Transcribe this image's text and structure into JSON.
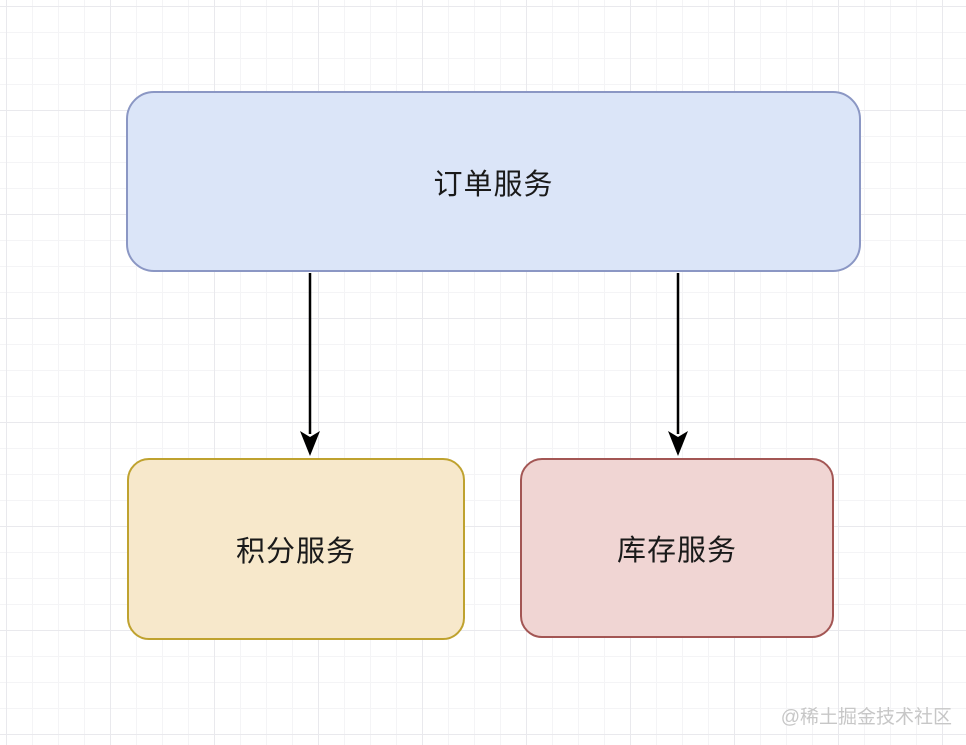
{
  "diagram": {
    "type": "flow-diagram",
    "background": "grid",
    "nodes": [
      {
        "id": "order-service",
        "label": "订单服务",
        "fill": "#dbe5f8",
        "border": "#8b97c4",
        "shape": "rounded-rectangle",
        "position": "top-center"
      },
      {
        "id": "points-service",
        "label": "积分服务",
        "fill": "#f7e8cb",
        "border": "#bfa22f",
        "shape": "rounded-rectangle",
        "position": "bottom-left"
      },
      {
        "id": "inventory-service",
        "label": "库存服务",
        "fill": "#f0d5d3",
        "border": "#a35654",
        "shape": "rounded-rectangle",
        "position": "bottom-right"
      }
    ],
    "edges": [
      {
        "from": "订单服务",
        "to": "积分服务",
        "direction": "down",
        "color": "#000000"
      },
      {
        "from": "订单服务",
        "to": "库存服务",
        "direction": "down",
        "color": "#000000"
      }
    ],
    "watermark": "@稀土掘金技术社区"
  }
}
